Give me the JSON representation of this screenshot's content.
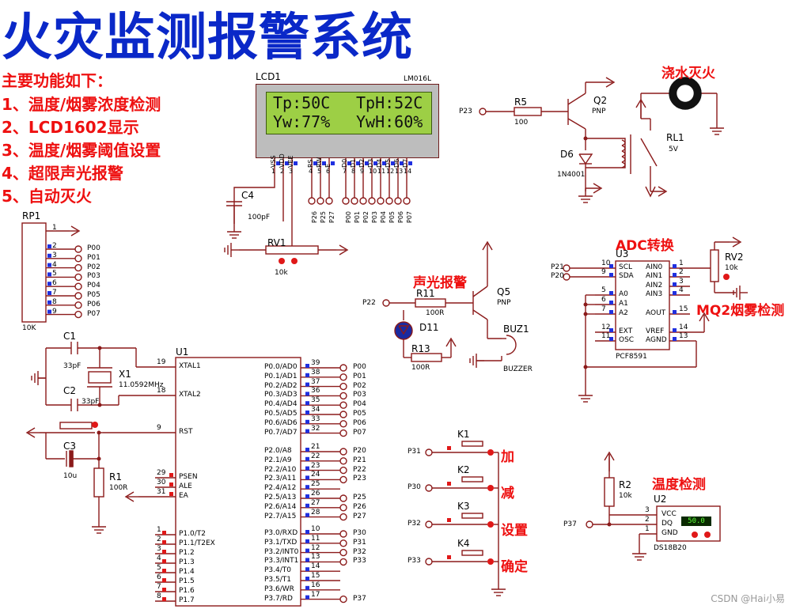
{
  "title": "火灾监测报警系统",
  "features": {
    "heading": "主要功能如下：",
    "items": [
      "1、温度/烟雾浓度检测",
      "2、LCD1602显示",
      "3、温度/烟雾阈值设置",
      "4、超限声光报警",
      "5、自动灭火"
    ]
  },
  "region_labels": {
    "fire": "浇水灭火",
    "adc": "ADC转换",
    "mq2": "MQ2烟雾检测",
    "alarm": "声光报警",
    "temp": "温度检测",
    "btn_add": "加",
    "btn_sub": "减",
    "btn_set": "设置",
    "btn_ok": "确定"
  },
  "lcd": {
    "ref": "LCD1",
    "model": "LM016L",
    "line1_left": "Tp:50C",
    "line1_right": "TpH:52C",
    "line2_left": "Yw:77%",
    "line2_right": "YwH:60%",
    "pins": [
      "VSS",
      "VDD",
      "VEE",
      "RS",
      "RW",
      "E",
      "D0",
      "D1",
      "D2",
      "D3",
      "D4",
      "D5",
      "D6",
      "D7"
    ],
    "bottom_nets": [
      "P26",
      "P25",
      "P27",
      "P00",
      "P01",
      "P02",
      "P03",
      "P04",
      "P05",
      "P06",
      "P07"
    ]
  },
  "components": {
    "c4": "C4",
    "c4_val": "100pF",
    "rv1": "RV1",
    "rv1_val": "10k",
    "rp1": "RP1",
    "rp1_val": "10K",
    "c1": "C1",
    "c1_val": "33pF",
    "c2": "C2",
    "c2_val": "33pF",
    "c3": "C3",
    "c3_val": "10u",
    "x1": "X1",
    "x1_val": "11.0592MHz",
    "r1": "R1",
    "r1_val": "100R",
    "u1": "U1",
    "r5": "R5",
    "r5_val": "100",
    "q2": "Q2",
    "q2_type": "PNP",
    "d6": "D6",
    "d6_val": "1N4001",
    "rl1": "RL1",
    "rl1_val": "5V",
    "r11": "R11",
    "r11_val": "100R",
    "d11": "D11",
    "r13": "R13",
    "r13_val": "100R",
    "q5": "Q5",
    "q5_type": "PNP",
    "buz1": "BUZ1",
    "buz1_val": "BUZZER",
    "u3": "U3",
    "u3_model": "PCF8591",
    "rv2": "RV2",
    "rv2_val": "10k",
    "r2": "R2",
    "r2_val": "10k",
    "u2": "U2",
    "u2_model": "DS18B20",
    "u2_reading": "50.0",
    "k1": "K1",
    "k2": "K2",
    "k3": "K3",
    "k4": "K4"
  },
  "rp1_pins": [
    "P00",
    "P01",
    "P02",
    "P03",
    "P04",
    "P05",
    "P06",
    "P07"
  ],
  "u1_left_pins": [
    {
      "num": "19",
      "name": "XTAL1"
    },
    {
      "num": "18",
      "name": "XTAL2"
    },
    {
      "num": "9",
      "name": "RST"
    },
    {
      "num": "29",
      "name": "PSEN"
    },
    {
      "num": "30",
      "name": "ALE"
    },
    {
      "num": "31",
      "name": "EA"
    },
    {
      "num": "1",
      "name": "P1.0/T2"
    },
    {
      "num": "2",
      "name": "P1.1/T2EX"
    },
    {
      "num": "3",
      "name": "P1.2"
    },
    {
      "num": "4",
      "name": "P1.3"
    },
    {
      "num": "5",
      "name": "P1.4"
    },
    {
      "num": "6",
      "name": "P1.5"
    },
    {
      "num": "7",
      "name": "P1.6"
    },
    {
      "num": "8",
      "name": "P1.7"
    }
  ],
  "u1_p0": [
    {
      "num": "39",
      "name": "P0.0/AD0",
      "net": "P00"
    },
    {
      "num": "38",
      "name": "P0.1/AD1",
      "net": "P01"
    },
    {
      "num": "37",
      "name": "P0.2/AD2",
      "net": "P02"
    },
    {
      "num": "36",
      "name": "P0.3/AD3",
      "net": "P03"
    },
    {
      "num": "35",
      "name": "P0.4/AD4",
      "net": "P04"
    },
    {
      "num": "34",
      "name": "P0.5/AD5",
      "net": "P05"
    },
    {
      "num": "33",
      "name": "P0.6/AD6",
      "net": "P06"
    },
    {
      "num": "32",
      "name": "P0.7/AD7",
      "net": "P07"
    }
  ],
  "u1_p2": [
    {
      "num": "21",
      "name": "P2.0/A8",
      "net": "P20"
    },
    {
      "num": "22",
      "name": "P2.1/A9",
      "net": "P21"
    },
    {
      "num": "23",
      "name": "P2.2/A10",
      "net": "P22"
    },
    {
      "num": "24",
      "name": "P2.3/A11",
      "net": "P23"
    },
    {
      "num": "25",
      "name": "P2.4/A12",
      "net": ""
    },
    {
      "num": "26",
      "name": "P2.5/A13",
      "net": "P25"
    },
    {
      "num": "27",
      "name": "P2.6/A14",
      "net": "P26"
    },
    {
      "num": "28",
      "name": "P2.7/A15",
      "net": "P27"
    }
  ],
  "u1_p3": [
    {
      "num": "10",
      "name": "P3.0/RXD",
      "net": "P30"
    },
    {
      "num": "11",
      "name": "P3.1/TXD",
      "net": "P31"
    },
    {
      "num": "12",
      "name": "P3.2/INT0",
      "net": "P32"
    },
    {
      "num": "13",
      "name": "P3.3/INT1",
      "net": "P33"
    },
    {
      "num": "14",
      "name": "P3.4/T0",
      "net": ""
    },
    {
      "num": "15",
      "name": "P3.5/T1",
      "net": ""
    },
    {
      "num": "16",
      "name": "P3.6/WR",
      "net": ""
    },
    {
      "num": "17",
      "name": "P3.7/RD",
      "net": "P37"
    }
  ],
  "u3_left": [
    {
      "num": "10",
      "name": "SCL",
      "net": "P21"
    },
    {
      "num": "9",
      "name": "SDA",
      "net": "P20"
    },
    {
      "num": "5",
      "name": "A0"
    },
    {
      "num": "6",
      "name": "A1"
    },
    {
      "num": "7",
      "name": "A2"
    },
    {
      "num": "12",
      "name": "EXT"
    },
    {
      "num": "11",
      "name": "OSC"
    }
  ],
  "u3_right": [
    {
      "num": "1",
      "name": "AIN0"
    },
    {
      "num": "2",
      "name": "AIN1"
    },
    {
      "num": "3",
      "name": "AIN2"
    },
    {
      "num": "4",
      "name": "AIN3"
    },
    {
      "num": "15",
      "name": "AOUT"
    },
    {
      "num": "14",
      "name": "VREF"
    },
    {
      "num": "13",
      "name": "AGND"
    }
  ],
  "u2_pins": [
    {
      "num": "3",
      "name": "VCC"
    },
    {
      "num": "2",
      "name": "DQ"
    },
    {
      "num": "1",
      "name": "GND"
    }
  ],
  "nets": {
    "p23": "P23",
    "p22": "P22",
    "p21": "P21",
    "p20": "P20",
    "p31": "P31",
    "p30": "P30",
    "p32": "P32",
    "p33": "P33",
    "p37": "P37"
  },
  "watermark": "CSDN @Hai小易",
  "colors": {
    "wire": "#8b1a1a",
    "title": "#0a28c8",
    "label": "#ee1010",
    "lcd_screen": "#9dcf45",
    "pin_red": "#e01818",
    "pin_blue": "#2030e0"
  }
}
